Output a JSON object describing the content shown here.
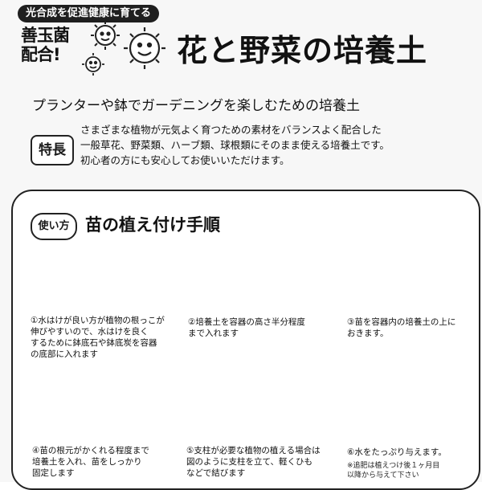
{
  "header": {
    "tagline": "光合成を促進健康に育てる",
    "badge_line1": "善玉菌",
    "badge_line2": "配合!",
    "title": "花と野菜の培養土",
    "subtitle": "プランターや鉢でガーデニングを楽しむための培養土"
  },
  "feature": {
    "label": "特長",
    "lines": [
      "さまざまな植物が元気よく育つための素材をバランスよく配合した",
      "一般草花、野菜類、ハーブ類、球根類にそのまま使える培養土です。",
      "初心者の方にも安心してお使いいただけます。"
    ]
  },
  "method": {
    "label": "使い方",
    "title": "苗の植え付け手順",
    "steps": [
      {
        "lines": [
          "①水はけが良い方が植物の根っこが",
          "伸びやすいので、水はけを良く",
          "するために鉢底石や鉢底炭を容器",
          "の底部に入れます"
        ]
      },
      {
        "lines": [
          "②培養土を容器の高さ半分程度",
          "まで入れます"
        ]
      },
      {
        "lines": [
          "③苗を容器内の培養土の上に",
          "おきます。"
        ]
      },
      {
        "lines": [
          "④苗の根元がかくれる程度まで",
          "培養土を入れ、苗をしっかり",
          "固定します"
        ]
      },
      {
        "lines": [
          "⑤支柱が必要な植物の植える場合は",
          "図のように支柱を立て、軽くひも",
          "などで結びます"
        ]
      },
      {
        "lines": [
          "⑥水をたっぷり与えます。"
        ]
      }
    ],
    "footnote_lines": [
      "※追肥は植えつけ後１ヶ月目",
      "以降から与えて下さい"
    ]
  },
  "colors": {
    "ink": "#1a1a1a",
    "paper": "#f7f7f7"
  }
}
